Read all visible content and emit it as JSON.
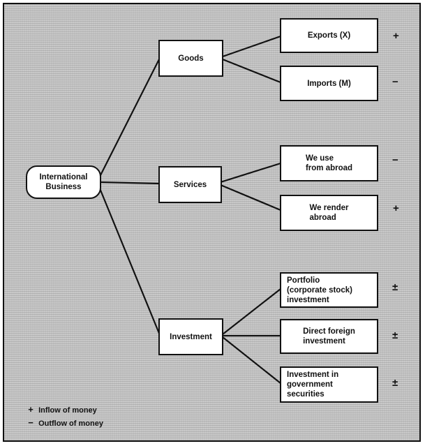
{
  "root": {
    "label": "International\nBusiness"
  },
  "categories": [
    {
      "id": "goods",
      "label": "Goods"
    },
    {
      "id": "services",
      "label": "Services"
    },
    {
      "id": "investment",
      "label": "Investment"
    }
  ],
  "items": [
    {
      "id": "exports",
      "label": "Exports (X)",
      "sign": "+"
    },
    {
      "id": "imports",
      "label": "Imports (M)",
      "sign": "−"
    },
    {
      "id": "we-use",
      "label": "We use\nfrom abroad",
      "sign": "−"
    },
    {
      "id": "we-render",
      "label": "We render\nabroad",
      "sign": "+"
    },
    {
      "id": "portfolio",
      "label": "Portfolio\n(corporate stock)\ninvestment",
      "sign": "±"
    },
    {
      "id": "direct-foreign",
      "label": "Direct foreign\ninvestment",
      "sign": "±"
    },
    {
      "id": "government",
      "label": "Investment in\ngovernment\nsecurities",
      "sign": "±"
    }
  ],
  "legend": [
    {
      "symbol": "+",
      "text": "Inflow of money"
    },
    {
      "symbol": "−",
      "text": "Outflow of money"
    }
  ]
}
